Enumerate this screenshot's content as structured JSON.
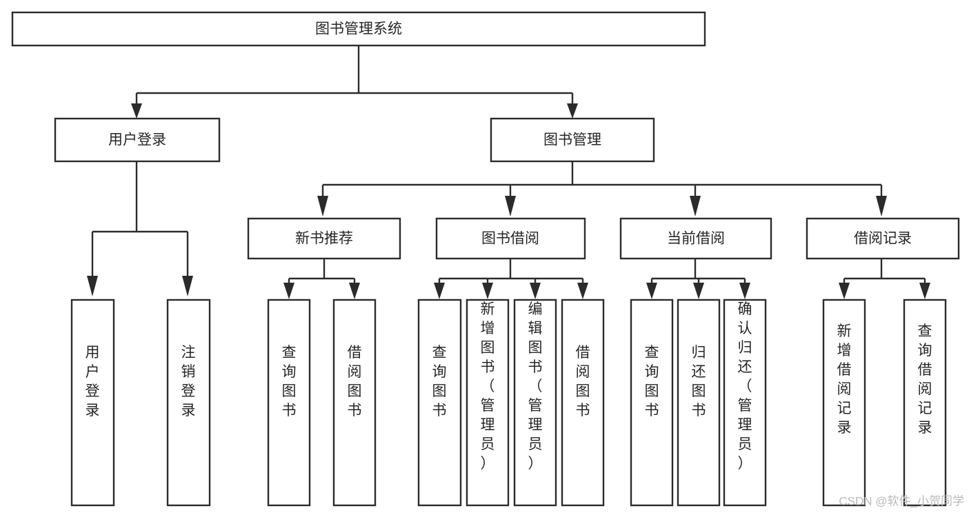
{
  "diagram": {
    "title": "图书管理系统",
    "type": "tree",
    "orientation": "top-down",
    "root": {
      "label": "图书管理系统",
      "level": 0
    },
    "level1": [
      {
        "label": "用户登录"
      },
      {
        "label": "图书管理"
      }
    ],
    "level2": [
      {
        "label": "新书推荐",
        "parent": "图书管理"
      },
      {
        "label": "图书借阅",
        "parent": "图书管理"
      },
      {
        "label": "当前借阅",
        "parent": "图书管理"
      },
      {
        "label": "借阅记录",
        "parent": "图书管理"
      }
    ],
    "leaves": {
      "用户登录": [
        {
          "label": "用户登录"
        },
        {
          "label": "注销登录"
        }
      ],
      "新书推荐": [
        {
          "label": "查询图书"
        },
        {
          "label": "借阅图书"
        }
      ],
      "图书借阅": [
        {
          "label": "查询图书"
        },
        {
          "label": "新增图书（管理员）"
        },
        {
          "label": "编辑图书（管理员）"
        },
        {
          "label": "借阅图书"
        }
      ],
      "当前借阅": [
        {
          "label": "查询图书"
        },
        {
          "label": "归还图书"
        },
        {
          "label": "确认归还（管理员）"
        }
      ],
      "借阅记录": [
        {
          "label": "新增借阅记录"
        },
        {
          "label": "查询借阅记录"
        }
      ]
    }
  },
  "nodes": {
    "root": "图书管理系统",
    "user_login": "用户登录",
    "book_manage": "图书管理",
    "new_book_rec": "新书推荐",
    "book_borrow": "图书借阅",
    "current_borrow": "当前借阅",
    "borrow_record": "借阅记录",
    "leaf_user_login": "用户登录",
    "leaf_logout": "注销登录",
    "leaf_query_book_a": "查询图书",
    "leaf_borrow_book_a": "借阅图书",
    "leaf_query_book_b": "查询图书",
    "leaf_add_book": "新增图书（管理员）",
    "leaf_edit_book": "编辑图书（管理员）",
    "leaf_borrow_book_b": "借阅图书",
    "leaf_query_book_c": "查询图书",
    "leaf_return_book": "归还图书",
    "leaf_confirm_return": "确认归还（管理员）",
    "leaf_add_record": "新增借阅记录",
    "leaf_query_record": "查询借阅记录"
  },
  "watermark": {
    "text": "CSDN @软件_小贺同学"
  },
  "colors": {
    "box_border": "#2b2b2b",
    "box_fill": "#ffffff",
    "text": "#262626",
    "connector": "#2b2b2b",
    "watermark": "#b9b9b9",
    "background": "#ffffff"
  }
}
